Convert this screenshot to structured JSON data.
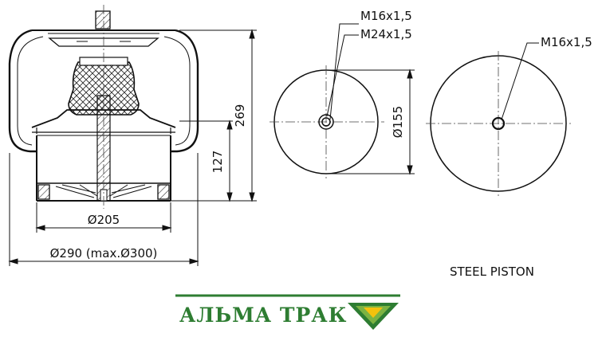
{
  "dimensions": {
    "height_total": "269",
    "height_piston": "127",
    "diameter_piston": "Ø205",
    "diameter_bellow": "Ø290 (max.Ø300)",
    "diameter_top_plate": "Ø155"
  },
  "threads": {
    "top_plate_1": "M16x1,5",
    "top_plate_2": "M24x1,5",
    "piston": "M16x1,5"
  },
  "piston_label": "STEEL PISTON",
  "brand": {
    "name": "АЛЬМА ТРАК",
    "green": "#2e7d32",
    "light_green": "#7cb342",
    "yellow": "#f4c20d"
  }
}
